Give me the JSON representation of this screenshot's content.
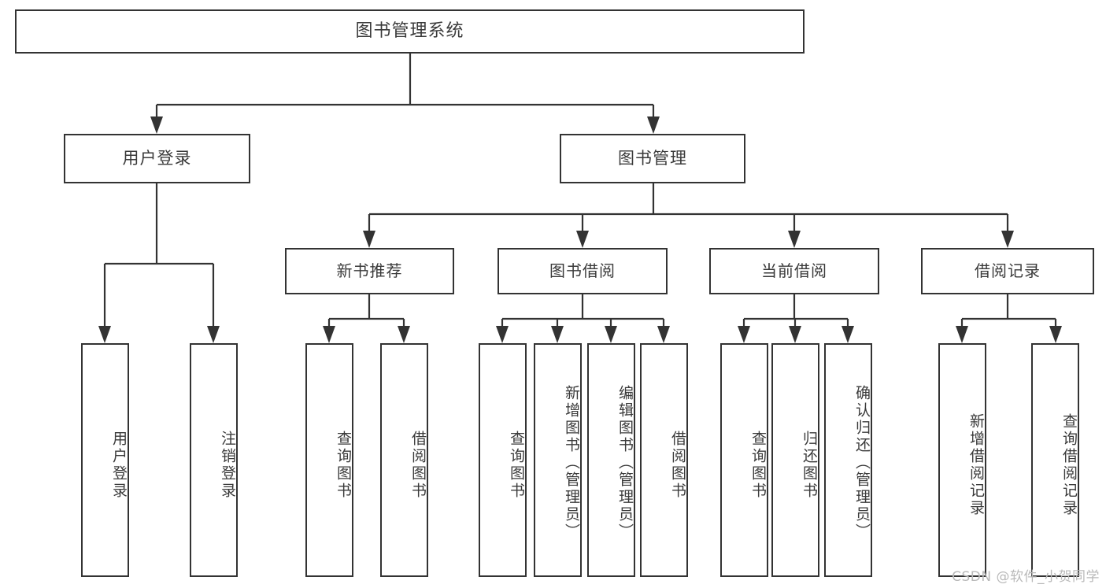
{
  "diagram": {
    "title": "图书管理系统",
    "type": "tree-hierarchy-diagram",
    "colors": {
      "box_border": "#333333",
      "box_fill": "#ffffff",
      "text": "#3a3a3a",
      "connector": "#333333",
      "watermark": "#b9b9b9"
    },
    "nodes": {
      "root": {
        "label": "图书管理系统"
      },
      "level1": [
        {
          "label": "用户登录"
        },
        {
          "label": "图书管理"
        }
      ],
      "level2": [
        {
          "label": "新书推荐"
        },
        {
          "label": "图书借阅"
        },
        {
          "label": "当前借阅"
        },
        {
          "label": "借阅记录"
        }
      ],
      "leaves": {
        "user_login": [
          {
            "label": "用户登录"
          },
          {
            "label": "注销登录"
          }
        ],
        "new_book_recommend": [
          {
            "label": "查询图书"
          },
          {
            "label": "借阅图书"
          }
        ],
        "book_borrow": [
          {
            "label": "查询图书"
          },
          {
            "label": "新增图书（管理员）"
          },
          {
            "label": "编辑图书（管理员）"
          },
          {
            "label": "借阅图书"
          }
        ],
        "current_borrow": [
          {
            "label": "查询图书"
          },
          {
            "label": "归还图书"
          },
          {
            "label": "确认归还（管理员）"
          }
        ],
        "borrow_record": [
          {
            "label": "新增借阅记录"
          },
          {
            "label": "查询借阅记录"
          }
        ]
      }
    }
  },
  "watermark": {
    "text": "CSDN @软件_小贺同学"
  }
}
